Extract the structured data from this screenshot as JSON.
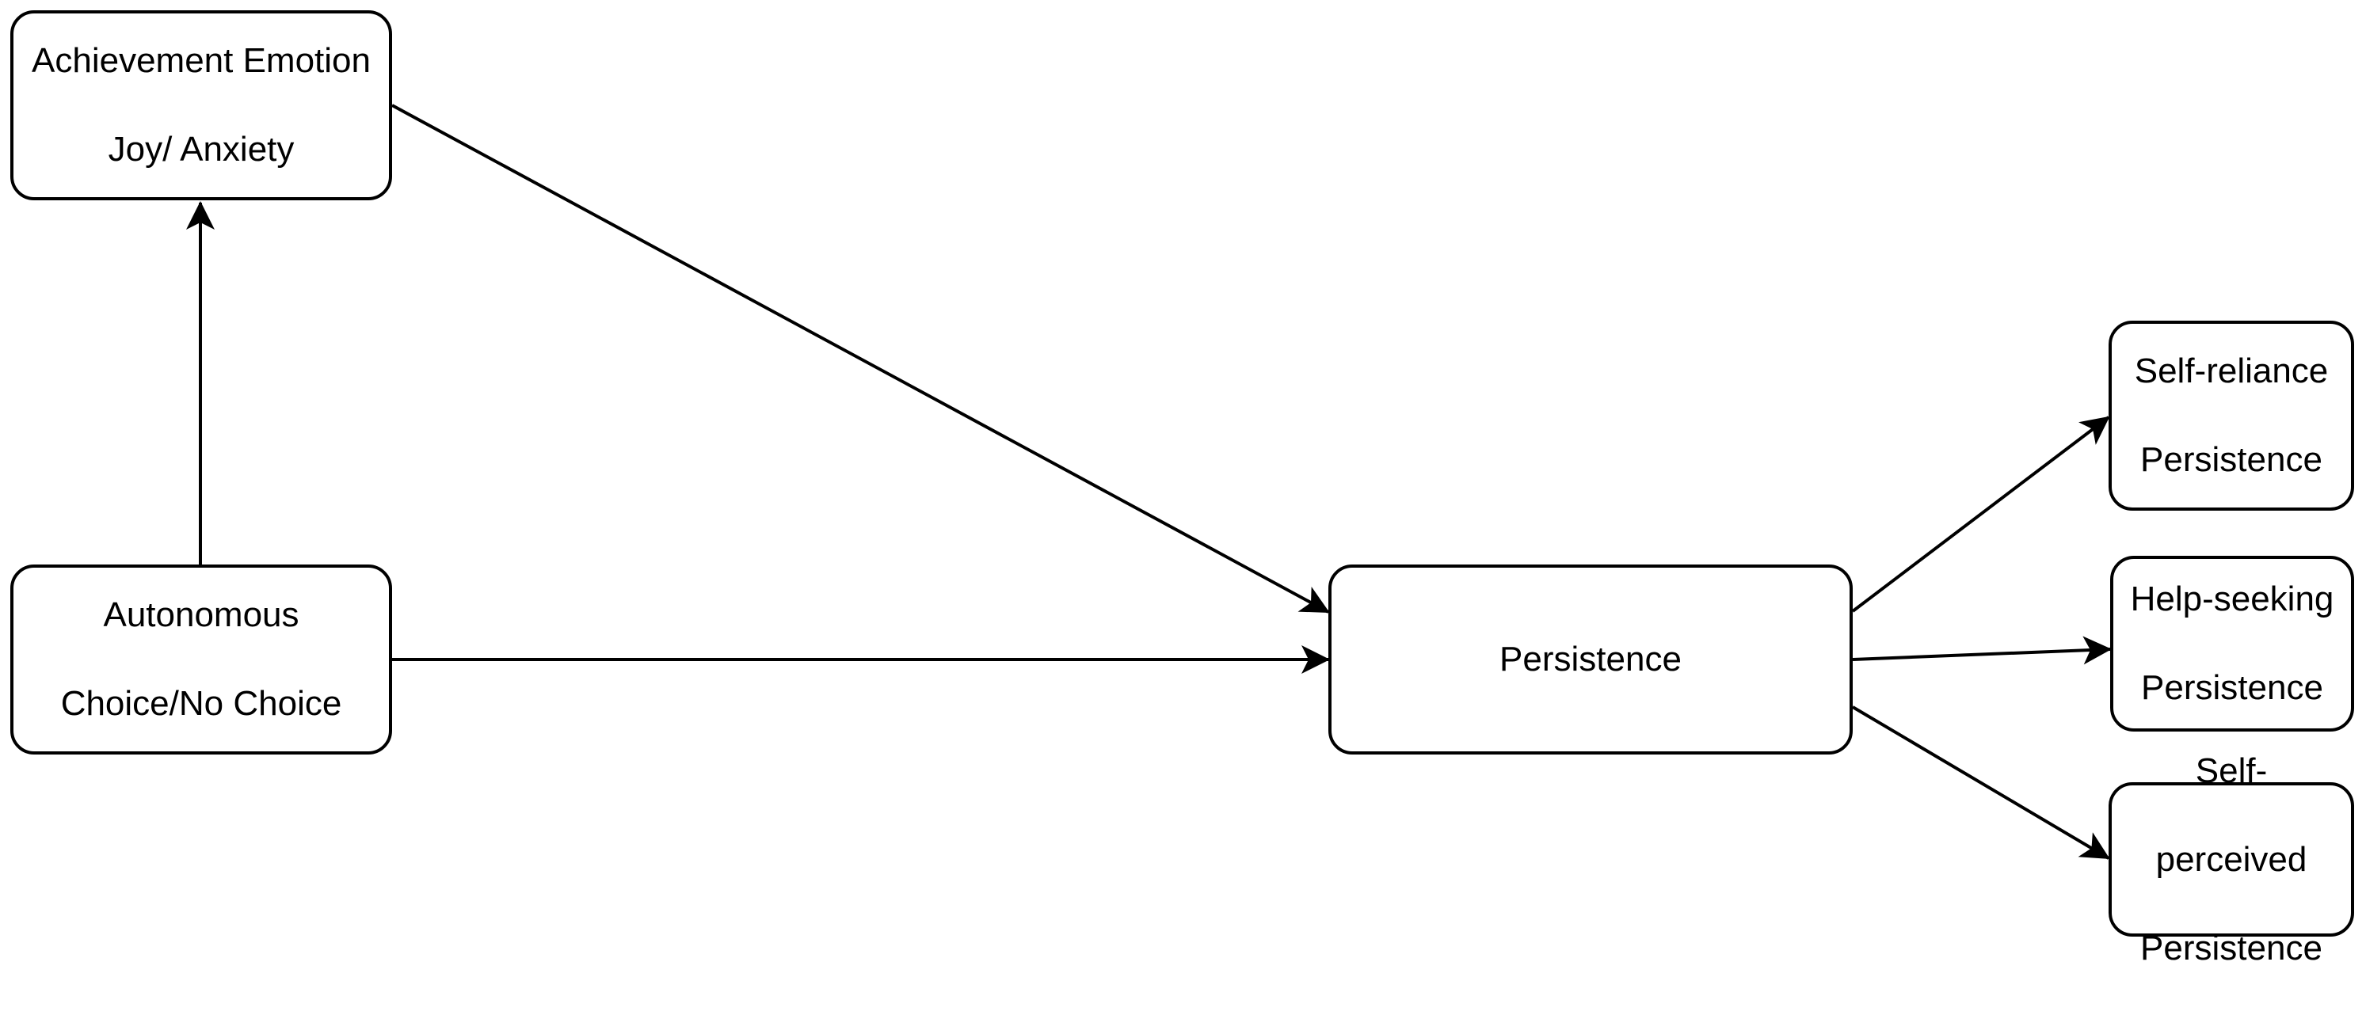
{
  "nodes": {
    "emotion": {
      "line1": "Achievement Emotion",
      "line2": "Joy/ Anxiety"
    },
    "autonomy": {
      "line1": "Autonomous",
      "line2": "Choice/No Choice"
    },
    "persistence": {
      "label": "Persistence"
    },
    "self_reliance": {
      "line1": "Self-reliance",
      "line2": "Persistence"
    },
    "help_seeking": {
      "line1": "Help-seeking",
      "line2": "Persistence"
    },
    "self_perceived": {
      "line1": "Self-",
      "line2": "perceived",
      "line3": "Persistence"
    }
  },
  "edges": [
    {
      "from": "Autonomous Choice/No Choice",
      "to": "Achievement Emotion Joy/ Anxiety"
    },
    {
      "from": "Achievement Emotion Joy/ Anxiety",
      "to": "Persistence"
    },
    {
      "from": "Autonomous Choice/No Choice",
      "to": "Persistence"
    },
    {
      "from": "Persistence",
      "to": "Self-reliance Persistence"
    },
    {
      "from": "Persistence",
      "to": "Help-seeking Persistence"
    },
    {
      "from": "Persistence",
      "to": "Self-perceived Persistence"
    }
  ],
  "colors": {
    "stroke": "#000000",
    "fill": "#ffffff",
    "text": "#000000"
  }
}
